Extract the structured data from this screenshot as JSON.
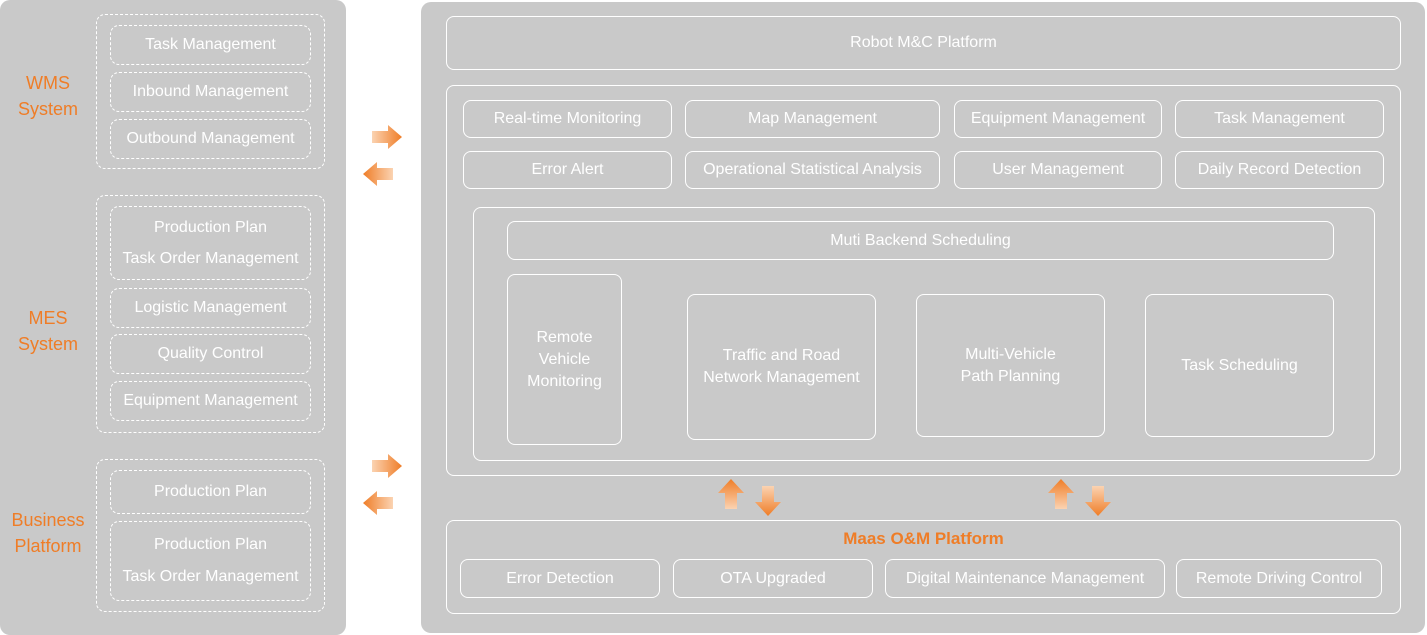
{
  "left": {
    "wms": {
      "label": "WMS\nSystem",
      "items": [
        "Task Management",
        "Inbound Management",
        "Outbound Management"
      ]
    },
    "mes": {
      "label": "MES\nSystem",
      "plan": "Production Plan",
      "task_order": "Task Order Management",
      "items": [
        "Logistic Management",
        "Quality Control",
        "Equipment Management"
      ]
    },
    "business": {
      "label": "Business\nPlatform",
      "plan1": "Production Plan",
      "plan2": "Production Plan",
      "task_order": "Task Order Management"
    }
  },
  "right": {
    "platform_title": "Robot M&C Platform",
    "modules_row1": [
      "Real-time Monitoring",
      "Map Management",
      "Equipment Management",
      "Task Management"
    ],
    "modules_row2": [
      "Error Alert",
      "Operational Statistical Analysis",
      "User Management",
      "Daily Record Detection"
    ],
    "scheduling": {
      "title": "Muti Backend Scheduling",
      "items": [
        "Remote\nVehicle\nMonitoring",
        "Traffic and Road\nNetwork Management",
        "Multi-Vehicle\nPath Planning",
        "Task Scheduling"
      ]
    },
    "maas": {
      "title": "Maas O&M Platform",
      "items": [
        "Error Detection",
        "OTA Upgraded",
        "Digital Maintenance Management",
        "Remote Driving Control"
      ]
    }
  },
  "colors": {
    "panel": "#c9c9c9",
    "accent": "#ef7d27",
    "line": "#ffffff"
  }
}
